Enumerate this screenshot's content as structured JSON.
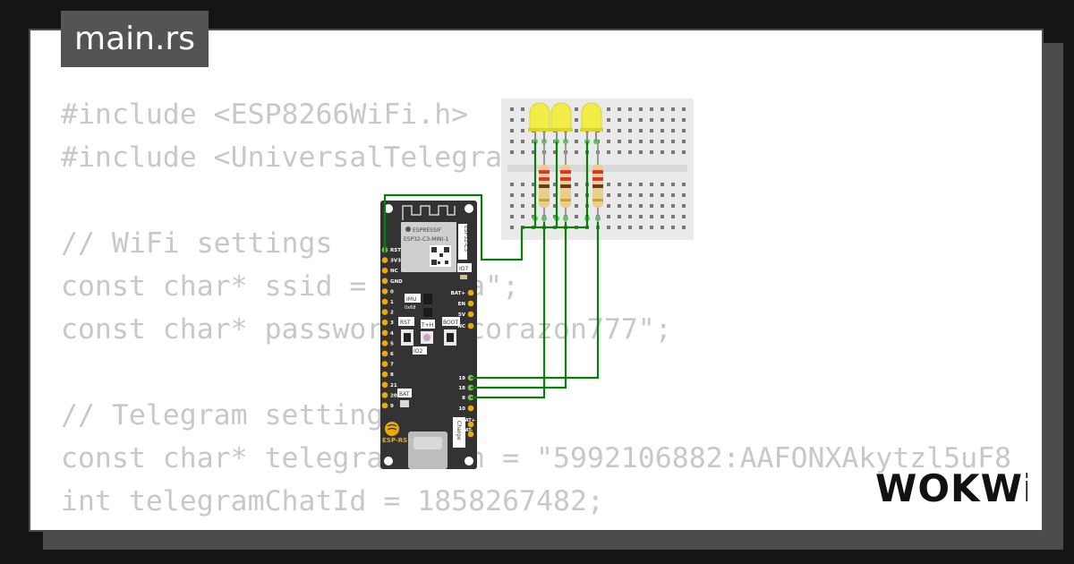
{
  "file_tab": {
    "label": "main.rs"
  },
  "code_lines": [
    "#include <ESP8266WiFi.h>",
    "#include <UniversalTelegramBot.h>",
    "",
    "// WiFi settings",
    "const char* ssid = \"Cakra\";",
    "const char* password = \"corazon777\";",
    "",
    "// Telegram settings",
    "const char* telegramToken = \"5992106882:AAFONXAkytzl5uF8",
    "int telegramChatId = 1858267482;"
  ],
  "board": {
    "brand": "ESPRESSIF",
    "module": "ESP32-C3-MINI-1",
    "side_label": "ESP32-C3",
    "io_label": "IO7",
    "imu": {
      "label": "IMU",
      "addr": "0x68"
    },
    "temp_label": "T+H",
    "rst_label": "RST",
    "boot_label": "BOOT",
    "led_label": "IO2",
    "bat_label": "BAT",
    "logo_label": "ESP-RS",
    "charge_label": "Charge",
    "left_pins": [
      "RST",
      "3V3",
      "NC",
      "GND",
      "0",
      "1",
      "2",
      "3",
      "4",
      "5",
      "6",
      "7",
      "8",
      "21",
      "20",
      "9"
    ],
    "right_pins": [
      "BAT+",
      "EN",
      "5V",
      "NC",
      "19",
      "18",
      "8",
      "10"
    ],
    "bottom_pins": [
      "BAT+",
      "BAT-"
    ]
  },
  "colors": {
    "wire": "#0a7d0a",
    "led": "#f2ee48",
    "board": "#333333",
    "header_pin": "#f0a900",
    "tab_bg": "#545454"
  },
  "brand_logo": {
    "text": "WOKWi"
  }
}
